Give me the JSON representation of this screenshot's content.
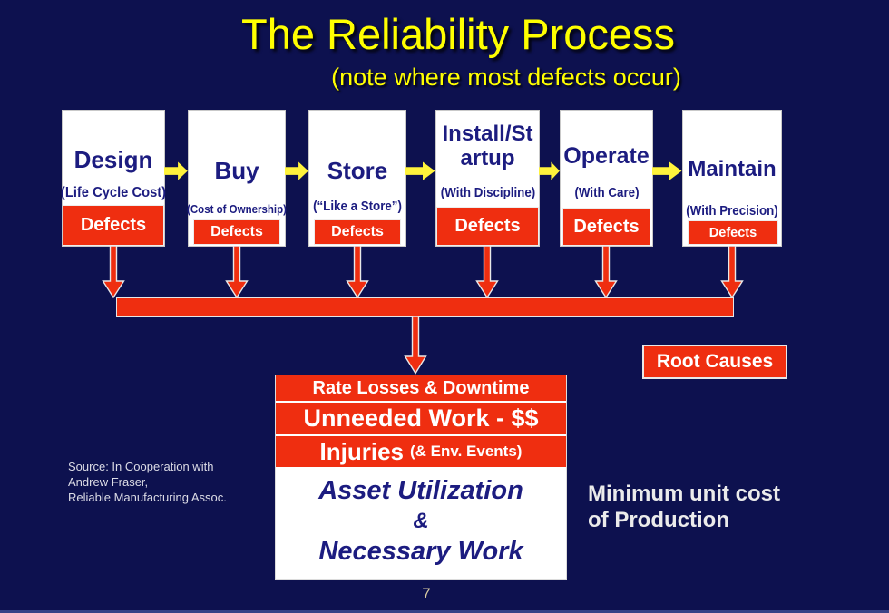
{
  "slide": {
    "title": "The Reliability Process",
    "subtitle": "(note where most defects occur)",
    "page_number": "7"
  },
  "colors": {
    "background": "#0D114F",
    "accent_red": "#EF2E10",
    "title_yellow": "#FFFF00",
    "arrow_yellow": "#FFF33C",
    "navy_text": "#1C1C80"
  },
  "stages": [
    {
      "title": "Design",
      "subtitle": "(Life Cycle Cost)",
      "defects_label": "Defects"
    },
    {
      "title": "Buy",
      "subtitle": "(Cost of Ownership)",
      "defects_label": "Defects"
    },
    {
      "title": "Store",
      "subtitle": "(“Like a Store”)",
      "defects_label": "Defects"
    },
    {
      "title": "Install/Startup",
      "subtitle": "(With Discipline)",
      "defects_label": "Defects"
    },
    {
      "title": "Operate",
      "subtitle": "(With Care)",
      "defects_label": "Defects"
    },
    {
      "title": "Maintain",
      "subtitle": "(With Precision)",
      "defects_label": "Defects"
    }
  ],
  "impact_box": {
    "bar1": "Rate Losses & Downtime",
    "bar2": "Unneeded Work - $$",
    "bar3_main": "Injuries",
    "bar3_suffix": "(& Env. Events)",
    "white_line1": "Asset Utilization",
    "white_line2": "&",
    "white_line3": "Necessary Work"
  },
  "root_causes_label": "Root Causes",
  "min_unit_cost": "Minimum unit cost of Production",
  "source": {
    "line1": "Source: In Cooperation with",
    "line2": "Andrew Fraser,",
    "line3": "Reliable Manufacturing Assoc."
  }
}
